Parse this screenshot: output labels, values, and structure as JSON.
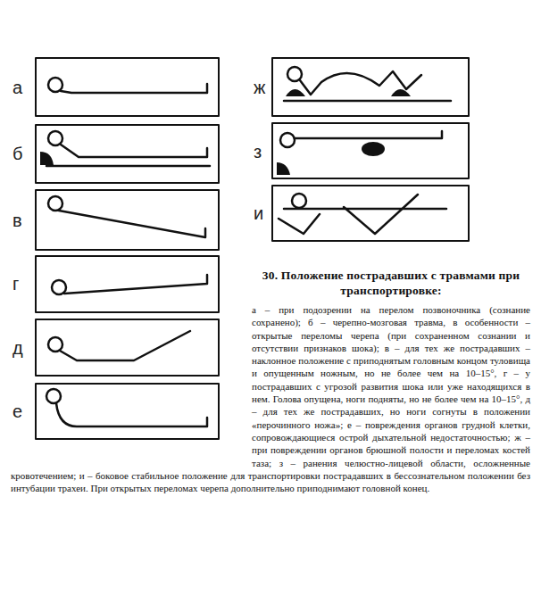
{
  "diagram": {
    "title": "30. Положение пострадавших с травмами при транспортировке:",
    "caption": "а – при подозрении на перелом позвоночника (сознание сохранено); б – черепно-мозговая травма, в особенности – открытые переломы черепа (при сохраненном сознании и отсутствии признаков шока); в – для тех же пострадавших – наклонное положение с приподнятым головным концом туловища и опущенным ножным, но не более чем на 10–15°, г – у пострадавших с угрозой развития шока или уже находящихся в нем. Голова опущена, ноги подняты, но не более чем на 10–15°, д – для тех же пострадавших, но ноги согнуты в положении «перочинного ножа»; е – повреждения органов грудной клетки, сопровождающиеся острой дыхательной недостаточностью; ж – при повреждении органов брюшной полости и переломах костей таза; з – ранения челюстно-лицевой области, осложненные кровотечением; и – боковое стабильное положение для транспортировки пострадавших в бессознательном положении без интубации трахеи. При открытых переломах черепа дополнительно приподнимают головной конец.",
    "labels": [
      "а",
      "б",
      "в",
      "г",
      "д",
      "е",
      "ж",
      "з",
      "и"
    ]
  }
}
